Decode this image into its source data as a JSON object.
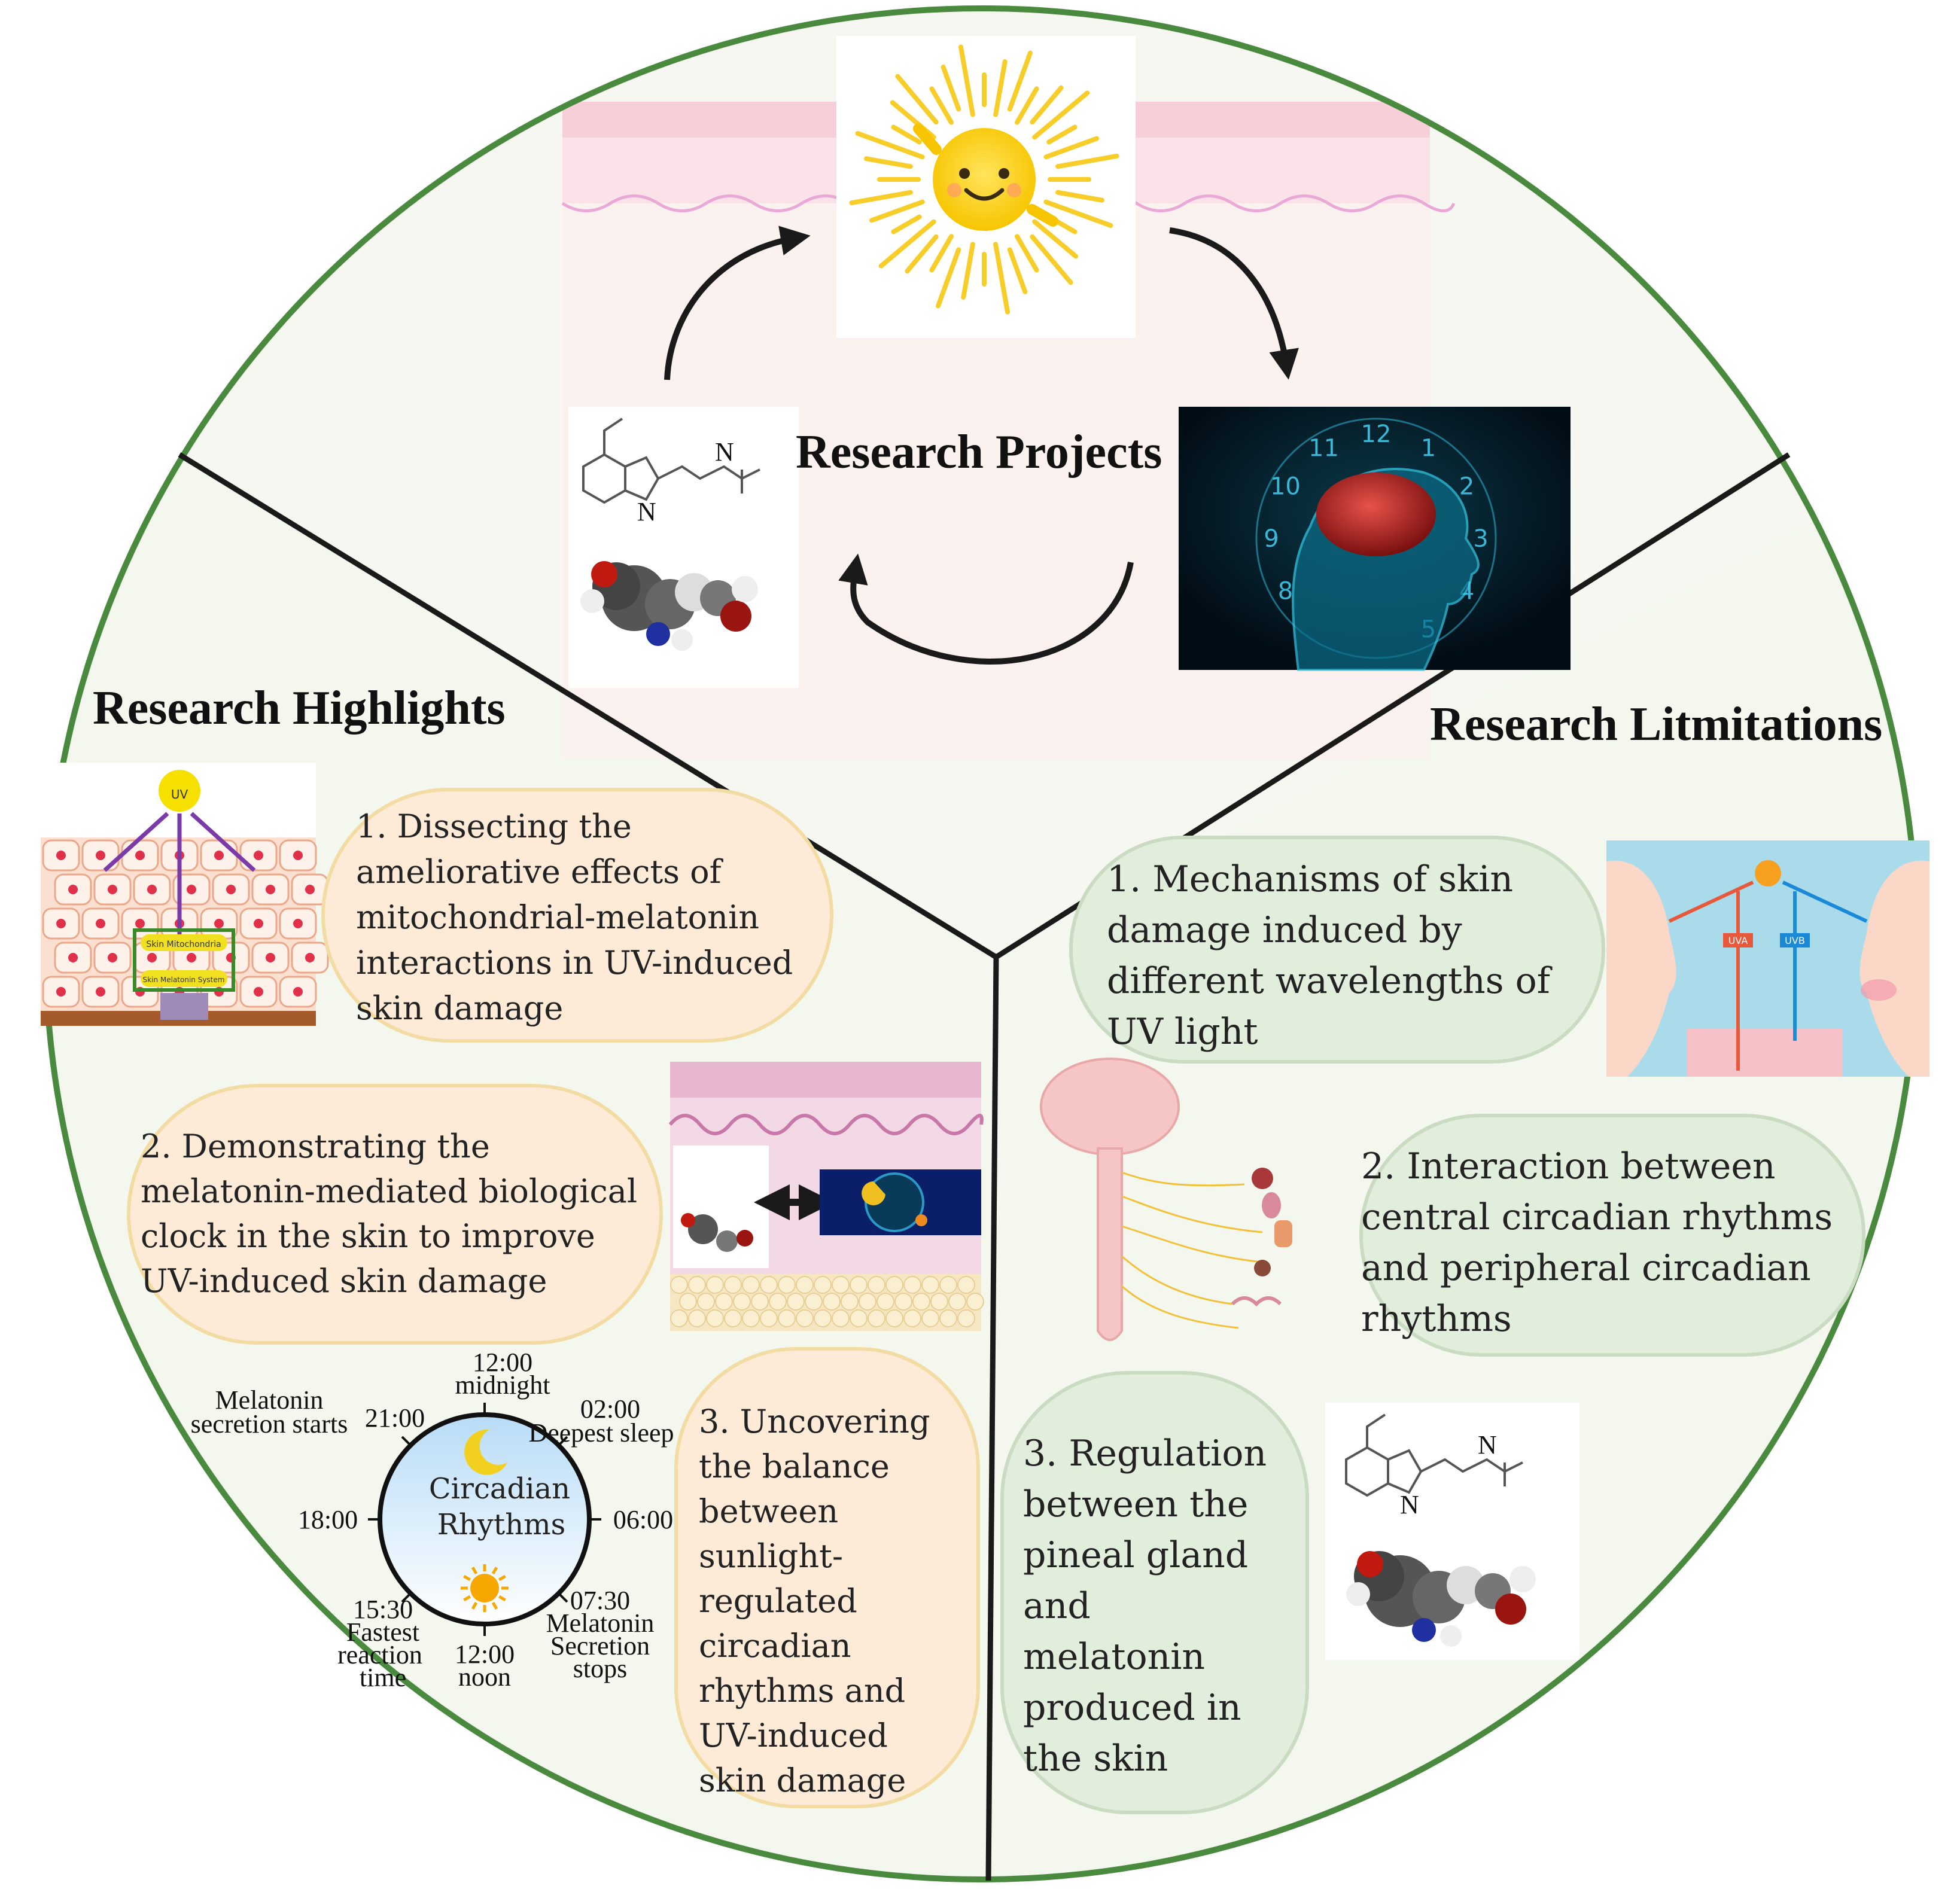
{
  "titles": {
    "projects": "Research Projects",
    "highlights": "Research Highlights",
    "limitations": "Research Litmitations"
  },
  "highlights": [
    {
      "lines": [
        "1. Dissecting the",
        "ameliorative effects of",
        "mitochondrial-melatonin",
        "interactions in UV-induced",
        "skin damage"
      ]
    },
    {
      "lines": [
        "2. Demonstrating the",
        "melatonin-mediated biological",
        "clock in the skin to improve",
        "UV-induced skin damage"
      ]
    },
    {
      "lines": [
        "3. Uncovering",
        "the balance",
        "between",
        "sunlight-",
        "regulated",
        "circadian",
        "rhythms and",
        "UV-induced",
        "skin damage"
      ]
    }
  ],
  "limitations": [
    {
      "lines": [
        "1. Mechanisms of skin",
        "damage induced by",
        "different wavelengths of",
        "UV light"
      ]
    },
    {
      "lines": [
        "2. Interaction between",
        "central circadian rhythms",
        "and peripheral circadian",
        "rhythms"
      ]
    },
    {
      "lines": [
        "3. Regulation",
        "between the",
        "pineal gland",
        "and",
        "melatonin",
        "produced in",
        "the skin"
      ]
    }
  ],
  "clock": {
    "center_lines": [
      "Circadian",
      "Rhythms"
    ],
    "labels": {
      "top_time": "12:00",
      "top_note": "midnight",
      "t0200": "02:00",
      "deepest": "Deepest sleep",
      "t2100": "21:00",
      "mel_starts_1": "Melatonin",
      "mel_starts_2": "secretion starts",
      "t1800": "18:00",
      "t0600": "06:00",
      "t0730": "07:30",
      "mel_stops_1": "Melatonin",
      "mel_stops_2": "Secretion",
      "mel_stops_3": "stops",
      "t1530": "15:30",
      "fastest_1": "Fastest",
      "fastest_2": "reaction",
      "fastest_3": "time",
      "bottom_time": "12:00",
      "bottom_note": "noon"
    },
    "dial_numbers": [
      "12",
      "1",
      "2",
      "3",
      "4",
      "5",
      "8",
      "9",
      "10",
      "11"
    ]
  },
  "diagram_labels": {
    "uv": "UV",
    "skin_mito": "Skin Mitochondria",
    "skin_mel": "Skin Melatonin System",
    "uva": "UVA",
    "uvb": "UVB"
  },
  "colors": {
    "circle_border": "#4a8a3e",
    "highlight_pill_fill": "#fdebd8",
    "highlight_pill_stroke": "#f3dca3",
    "limit_pill_fill": "#e2eedc",
    "limit_pill_stroke": "#c9dcc1",
    "divider": "#1a1a1a"
  }
}
